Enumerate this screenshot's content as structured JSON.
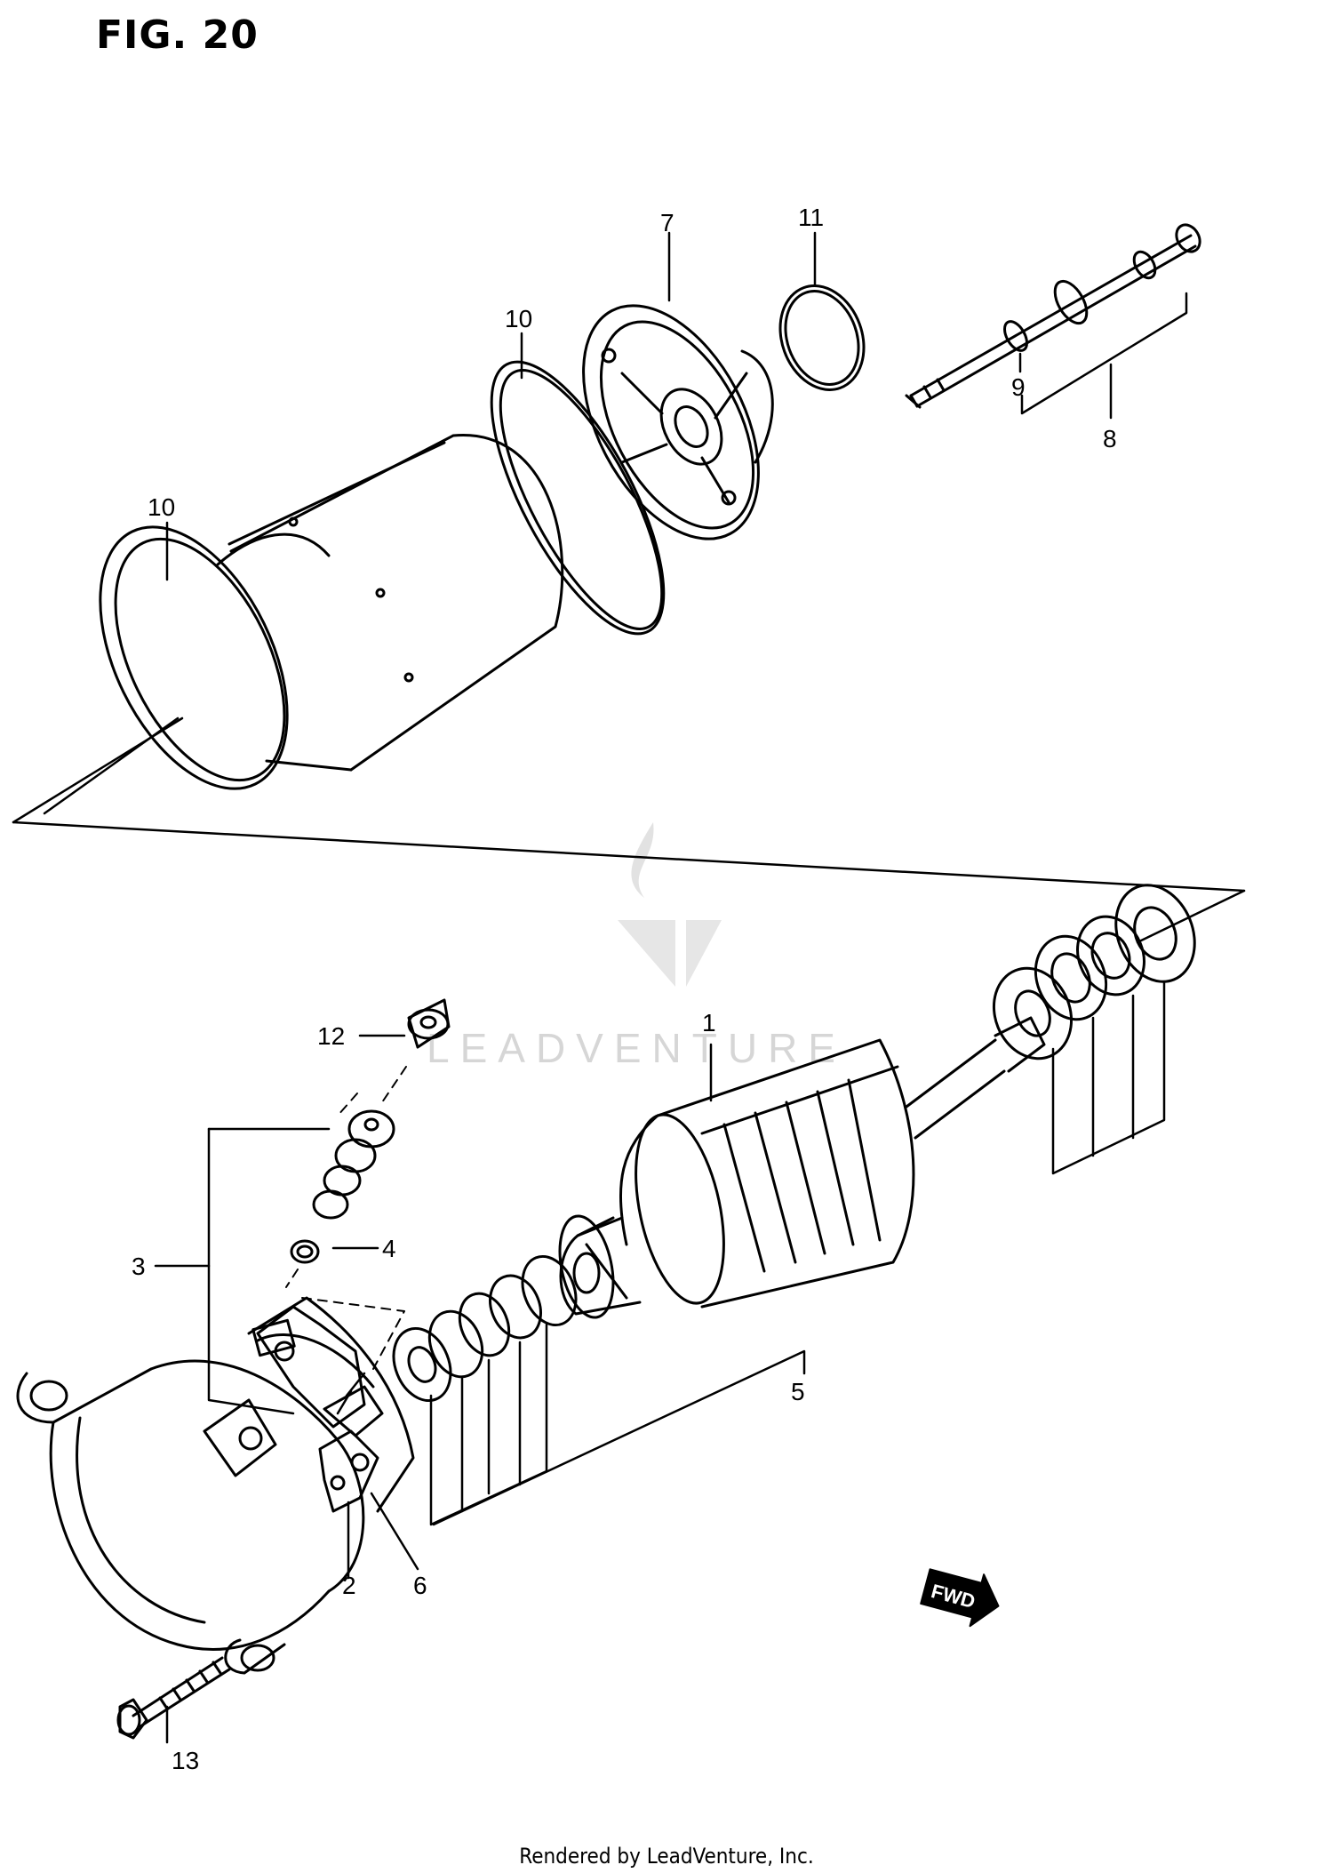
{
  "figure": {
    "title": "FIG. 20"
  },
  "watermark": {
    "text": "LEADVENTURE",
    "color": "#d6d6d6"
  },
  "footer": {
    "text": "Rendered by LeadVenture, Inc."
  },
  "callouts": {
    "c1": "1",
    "c2": "2",
    "c3": "3",
    "c4": "4",
    "c5": "5",
    "c6": "6",
    "c7": "7",
    "c8": "8",
    "c9": "9",
    "c10a": "10",
    "c10b": "10",
    "c11": "11",
    "c12": "12",
    "c13": "13"
  },
  "direction_marker": {
    "label": "FWD"
  },
  "colors": {
    "line": "#000000",
    "background": "#ffffff"
  }
}
